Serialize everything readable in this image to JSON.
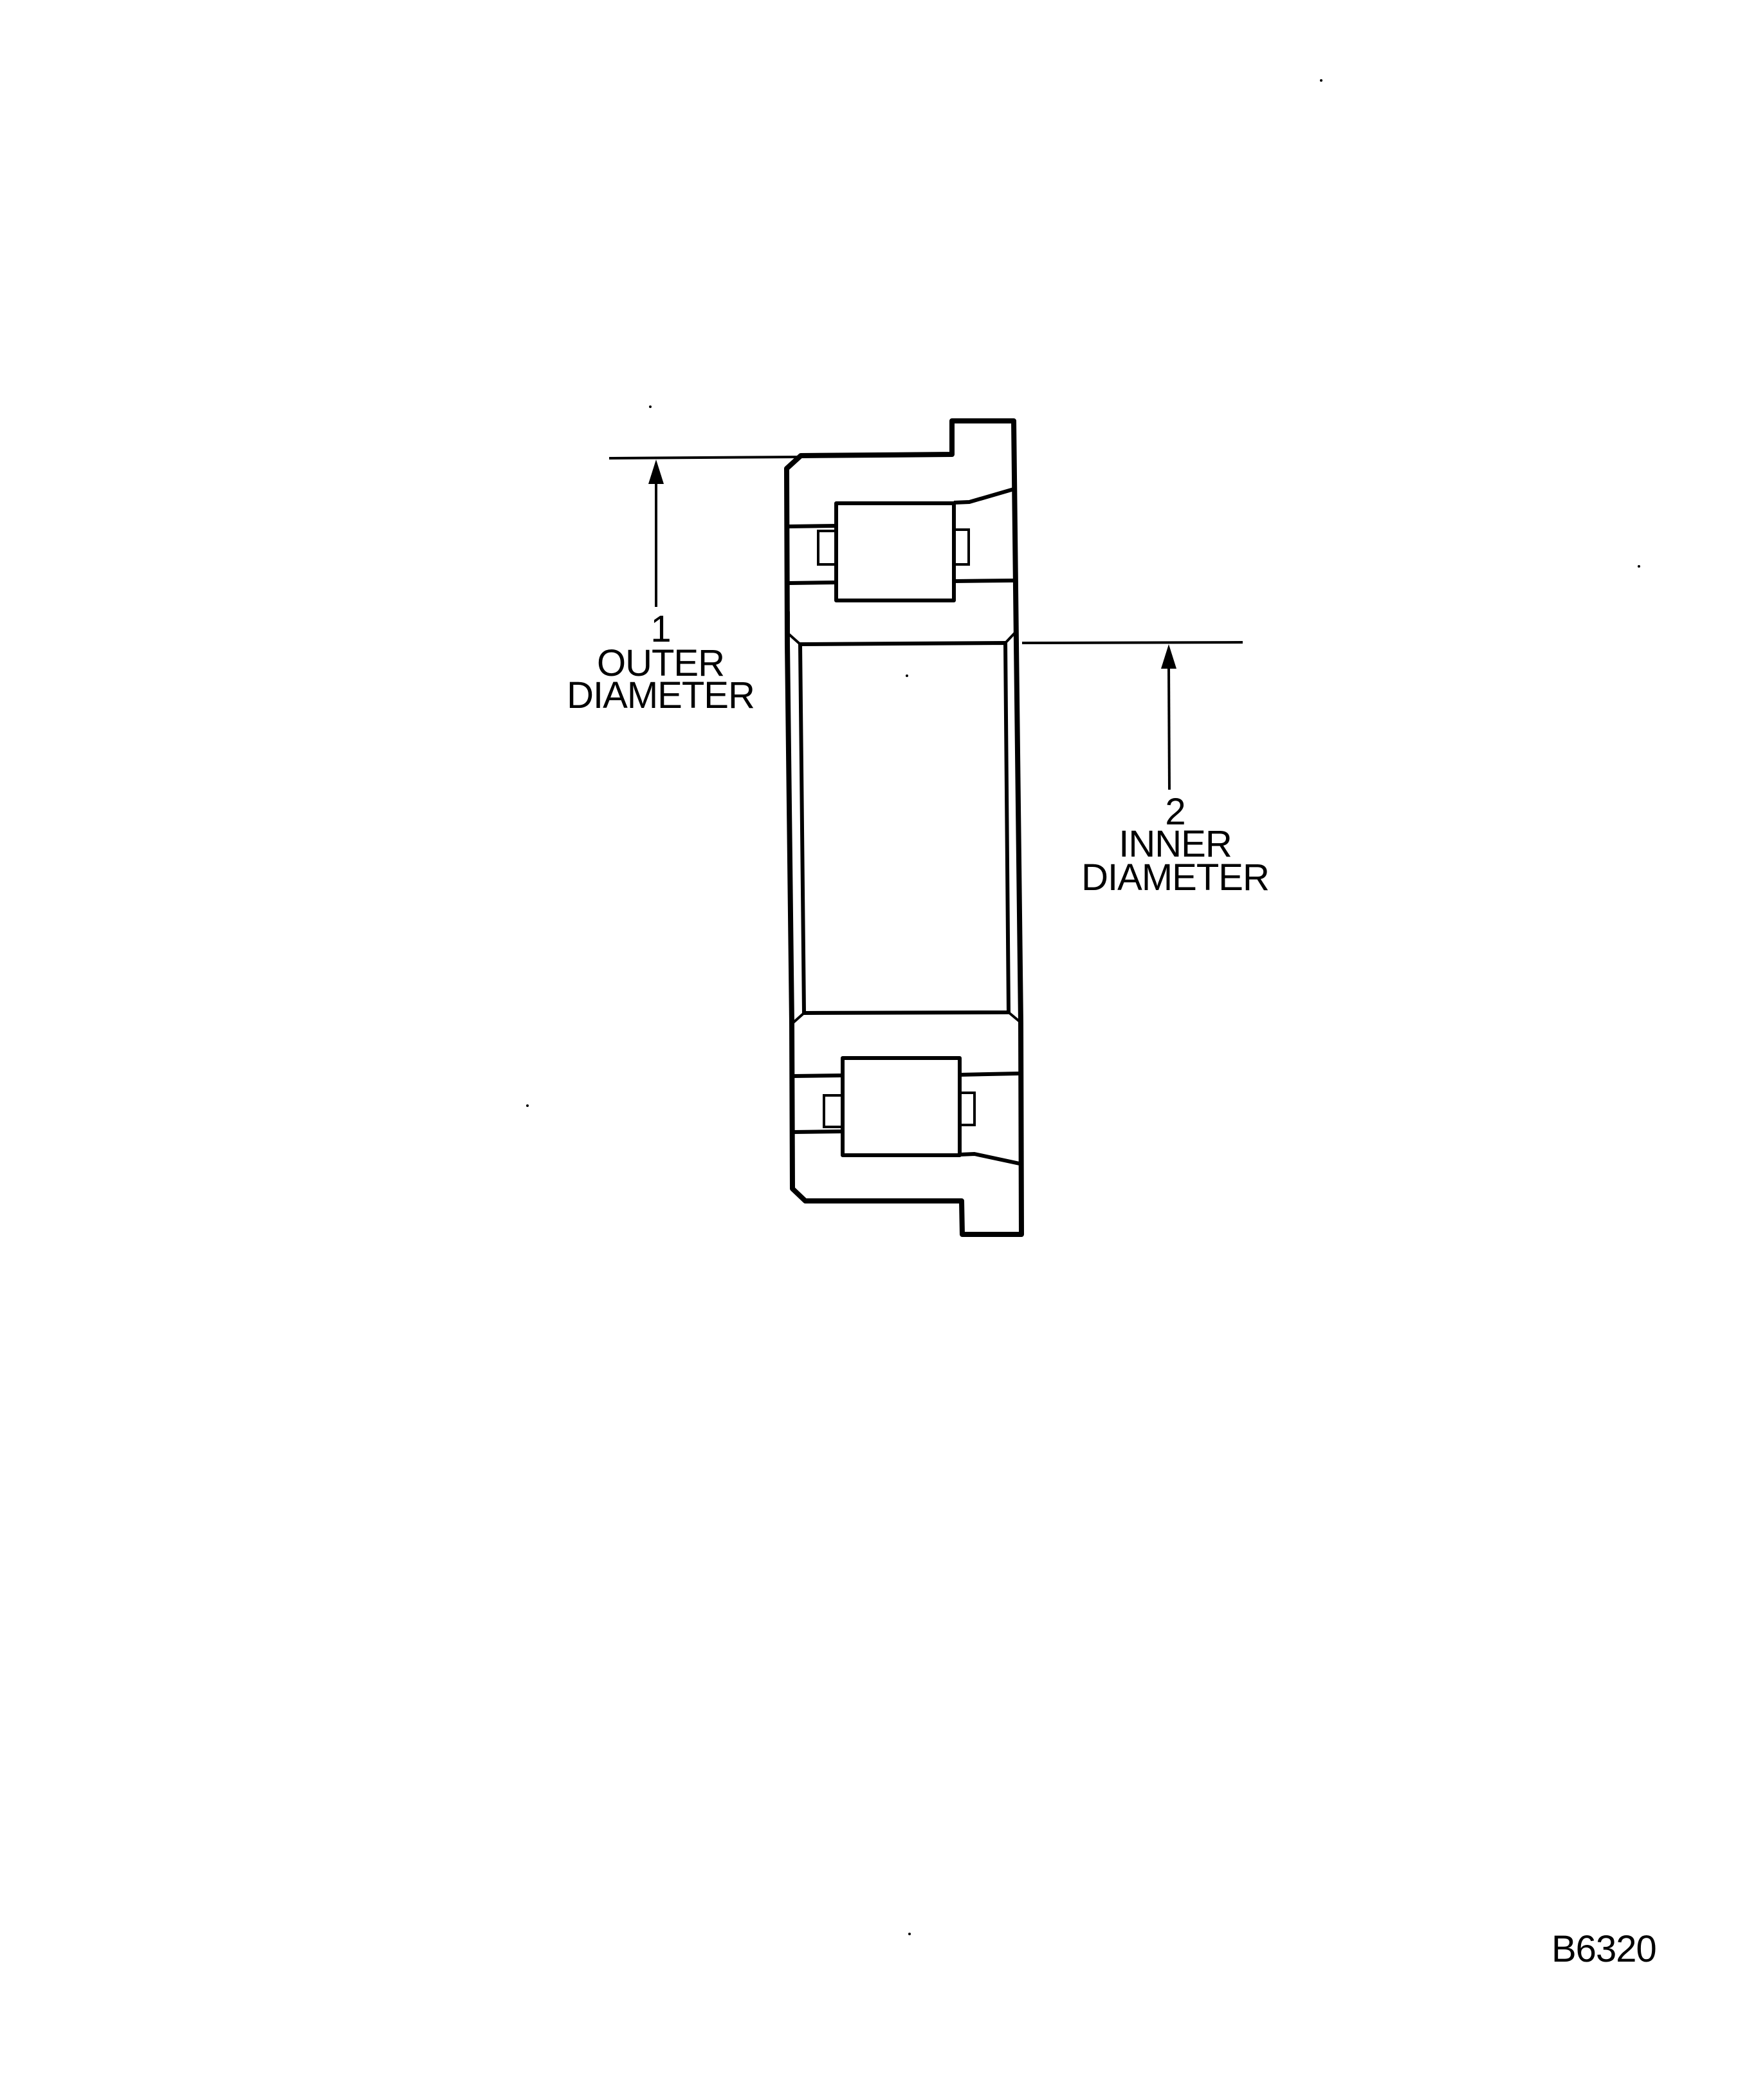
{
  "diagram": {
    "subject": "Cylindrical roller bearing with flanged outer ring (cross-section)",
    "callouts": [
      {
        "number": "1",
        "line1": "OUTER",
        "line2": "DIAMETER"
      },
      {
        "number": "2",
        "line1": "INNER",
        "line2": "DIAMETER"
      }
    ],
    "figure_id": "B6320",
    "colors": {
      "line": "#000000",
      "background": "#ffffff"
    }
  }
}
